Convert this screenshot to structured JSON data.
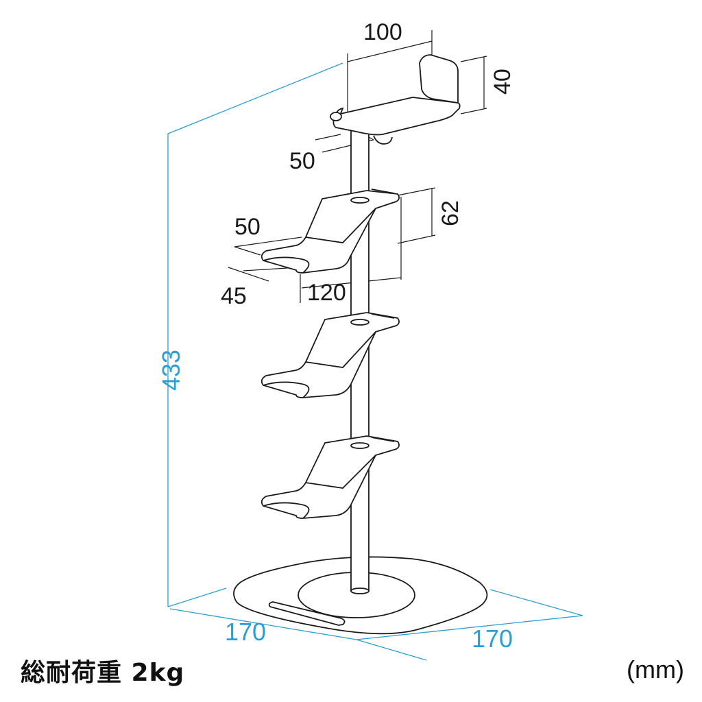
{
  "dimensions": {
    "top_width": "100",
    "top_height": "40",
    "top_depth": "50",
    "shelf_height": "62",
    "shelf_depth": "50",
    "shelf_lip": "45",
    "shelf_width": "120",
    "total_height": "433",
    "base_left": "170",
    "base_right": "170"
  },
  "colors": {
    "outline": "#1a1a1a",
    "dimension_blue": "#2a9fd6",
    "dimension_black": "#1a1a1a"
  },
  "caption": {
    "load": "総耐荷重 2kg",
    "unit": "(mm)"
  }
}
